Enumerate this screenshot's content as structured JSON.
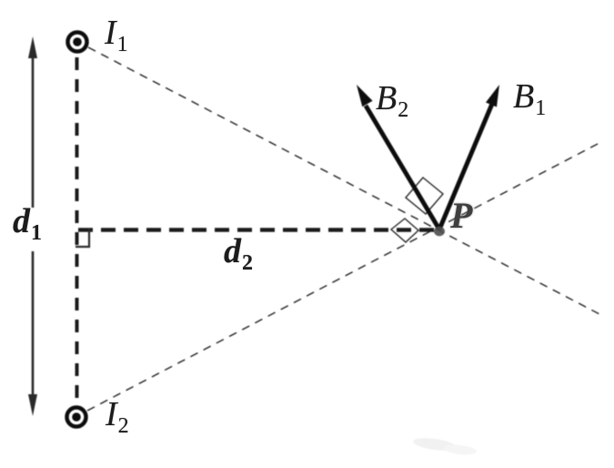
{
  "diagram": {
    "title_semantic": "magnetic field of two parallel currents at point P",
    "colors": {
      "background": "#ffffff",
      "ink": "#1c1c1c",
      "point_label": "#3f3f3f",
      "smudge": "#f1f1f1"
    },
    "labels": {
      "current_1": {
        "main": "I",
        "sub": "1"
      },
      "current_2": {
        "main": "I",
        "sub": "2"
      },
      "distance_1": {
        "main": "d",
        "sub": "1"
      },
      "distance_2": {
        "main": "d",
        "sub": "2"
      },
      "field_1": {
        "main": "B",
        "sub": "1"
      },
      "field_2": {
        "main": "B",
        "sub": "2"
      },
      "point": {
        "main": "P"
      }
    },
    "symbols": {
      "wire_1": "current-out-of-page",
      "wire_2": "current-out-of-page"
    }
  }
}
